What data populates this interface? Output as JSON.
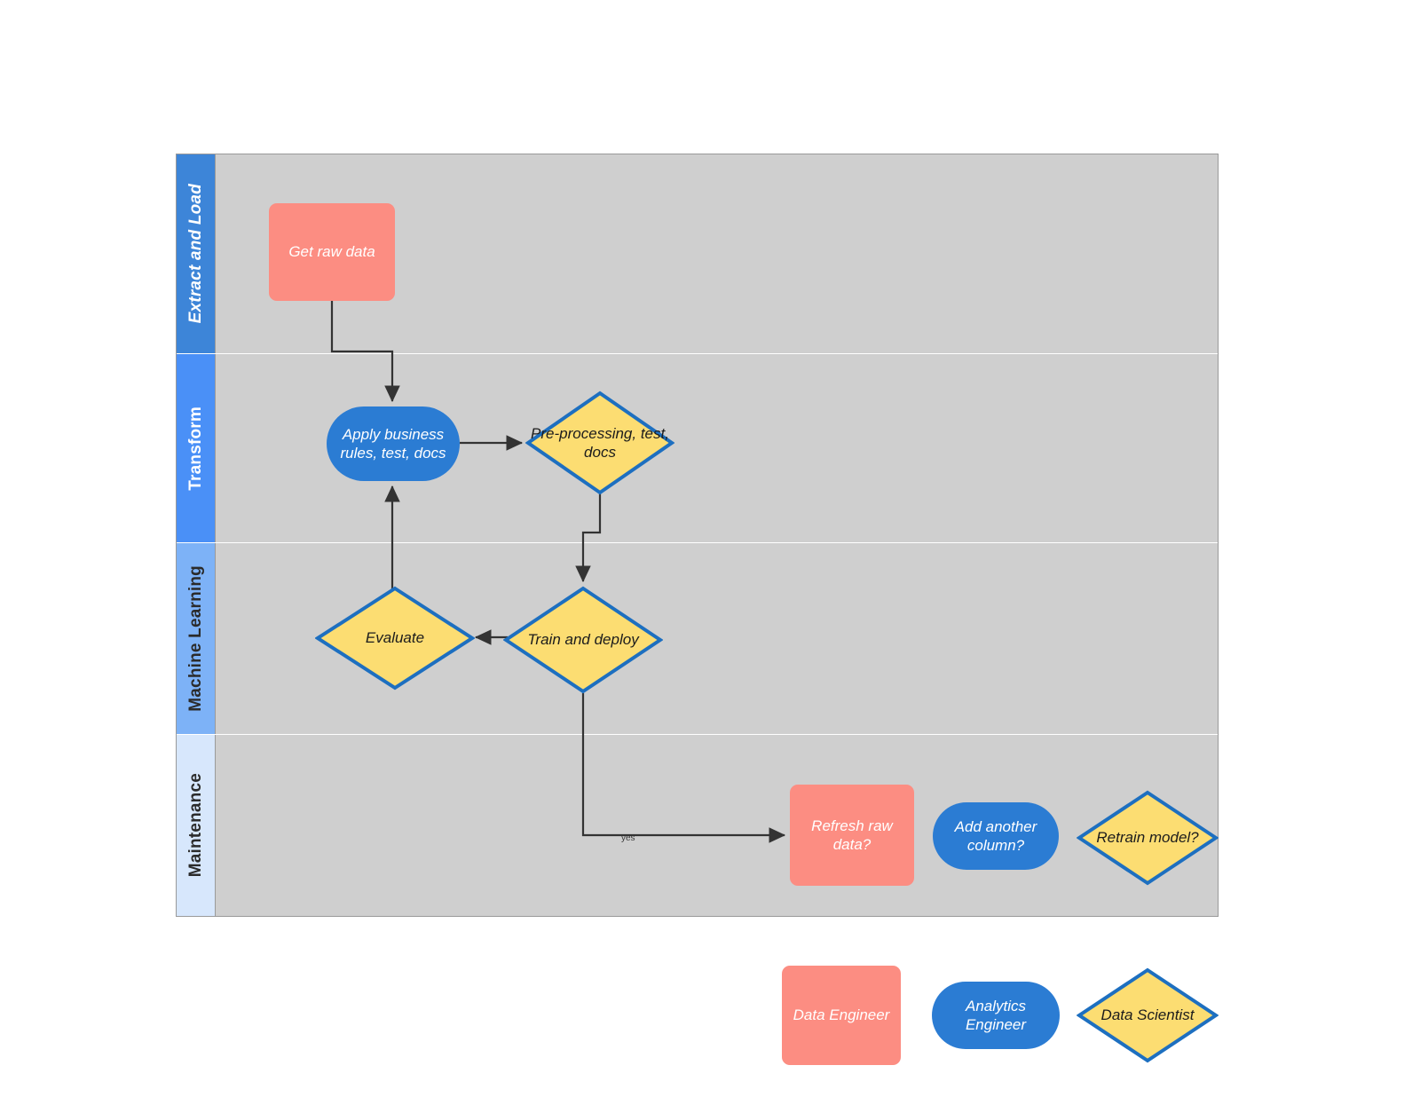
{
  "diagram": {
    "type": "swimlane-flowchart",
    "background": "#ffffff",
    "pool_background": "#cfcfcf",
    "colors": {
      "data_engineer": "#fc8d82",
      "analytics_engineer": "#2b7cd3",
      "data_scientist_fill": "#fcdd72",
      "data_scientist_border": "#1d6fc0",
      "lane_extract": "#3d85d8",
      "lane_transform": "#4a90f7",
      "lane_ml": "#7db2f7",
      "lane_maintenance": "#d7e7fc",
      "connector": "#333333"
    }
  },
  "lanes": [
    {
      "id": "extract-and-load",
      "label": "Extract and Load",
      "header_bg": "#3d85d8",
      "text_color": "#ffffff",
      "italic": true
    },
    {
      "id": "transform",
      "label": "Transform",
      "header_bg": "#4a90f7",
      "text_color": "#ffffff",
      "italic": false
    },
    {
      "id": "machine-learning",
      "label": "Machine Learning",
      "header_bg": "#7db2f7",
      "text_color": "#2b2b2b",
      "italic": false
    },
    {
      "id": "maintenance",
      "label": "Maintenance",
      "header_bg": "#d7e7fc",
      "text_color": "#2b2b2b",
      "italic": false
    }
  ],
  "nodes": {
    "get_raw_data": {
      "label": "Get raw data",
      "shape": "rect",
      "role": "Data Engineer",
      "lane": "Extract and Load"
    },
    "apply_business_rules": {
      "label": "Apply business rules, test, docs",
      "shape": "pill",
      "role": "Analytics Engineer",
      "lane": "Transform"
    },
    "pre_processing": {
      "label": "Pre-processing, test, docs",
      "shape": "diamond",
      "role": "Data Scientist",
      "lane": "Transform"
    },
    "evaluate": {
      "label": "Evaluate",
      "shape": "diamond",
      "role": "Data Scientist",
      "lane": "Machine Learning"
    },
    "train_and_deploy": {
      "label": "Train and deploy",
      "shape": "diamond",
      "role": "Data Scientist",
      "lane": "Machine Learning"
    },
    "refresh_raw_data": {
      "label": "Refresh raw data?",
      "shape": "rect",
      "role": "Data Engineer",
      "lane": "Maintenance"
    },
    "add_another_column": {
      "label": "Add another column?",
      "shape": "pill",
      "role": "Analytics Engineer",
      "lane": "Maintenance"
    },
    "retrain_model": {
      "label": "Retrain model?",
      "shape": "diamond",
      "role": "Data Scientist",
      "lane": "Maintenance"
    }
  },
  "edges": [
    {
      "from": "get_raw_data",
      "to": "apply_business_rules",
      "label": ""
    },
    {
      "from": "apply_business_rules",
      "to": "pre_processing",
      "label": ""
    },
    {
      "from": "pre_processing",
      "to": "train_and_deploy",
      "label": ""
    },
    {
      "from": "train_and_deploy",
      "to": "evaluate",
      "label": ""
    },
    {
      "from": "evaluate",
      "to": "apply_business_rules",
      "label": ""
    },
    {
      "from": "train_and_deploy",
      "to": "refresh_raw_data",
      "label": "yes"
    }
  ],
  "legend": {
    "items": [
      {
        "label": "Data Engineer",
        "shape": "rect",
        "color": "#fc8d82"
      },
      {
        "label": "Analytics Engineer",
        "shape": "pill",
        "color": "#2b7cd3"
      },
      {
        "label": "Data Scientist",
        "shape": "diamond",
        "color": "#fcdd72"
      }
    ]
  }
}
